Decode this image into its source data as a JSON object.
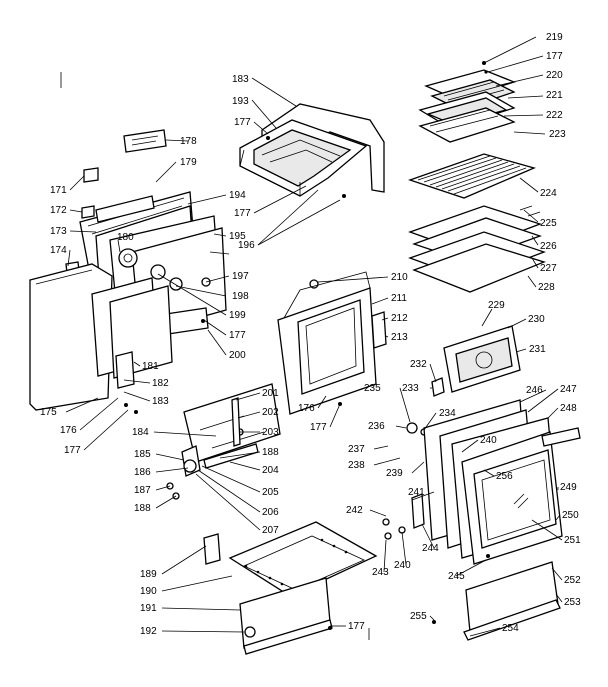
{
  "labels": {
    "p219": "219",
    "p177a": "177",
    "p220": "220",
    "p221": "221",
    "p222": "222",
    "p223": "223",
    "p224": "224",
    "p225": "225",
    "p226": "226",
    "p227": "227",
    "p228": "228",
    "p183a": "183",
    "p193": "193",
    "p177b": "177",
    "p177c": "177",
    "p194": "194",
    "p196": "196",
    "p195": "195",
    "p197": "197",
    "p198": "198",
    "p199": "199",
    "p177d": "177",
    "p200": "200",
    "p178": "178",
    "p179": "179",
    "p171": "171",
    "p172": "172",
    "p173": "173",
    "p174": "174",
    "p180": "180",
    "p175": "175",
    "p176a": "176",
    "p177e": "177",
    "p181": "181",
    "p182": "182",
    "p183b": "183",
    "p210": "210",
    "p211": "211",
    "p212": "212",
    "p213": "213",
    "p176b": "176",
    "p177f": "177",
    "p229": "229",
    "p230": "230",
    "p231": "231",
    "p232": "232",
    "p233": "233",
    "p235": "235",
    "p234": "234",
    "p236": "236",
    "p246": "246",
    "p247": "247",
    "p248": "248",
    "p240a": "240",
    "p237": "237",
    "p238": "238",
    "p239": "239",
    "p256": "256",
    "p249": "249",
    "p241": "241",
    "p242": "242",
    "p250": "250",
    "p244": "244",
    "p240b": "240",
    "p243": "243",
    "p251": "251",
    "p245": "245",
    "p252": "252",
    "p253": "253",
    "p255": "255",
    "p254": "254",
    "p184": "184",
    "p201": "201",
    "p202": "202",
    "p203": "203",
    "p185": "185",
    "p188a": "188",
    "p186": "186",
    "p204": "204",
    "p205": "205",
    "p187": "187",
    "p206": "206",
    "p188b": "188",
    "p207": "207",
    "p189": "189",
    "p190": "190",
    "p191": "191",
    "p192": "192",
    "p177g": "177"
  }
}
